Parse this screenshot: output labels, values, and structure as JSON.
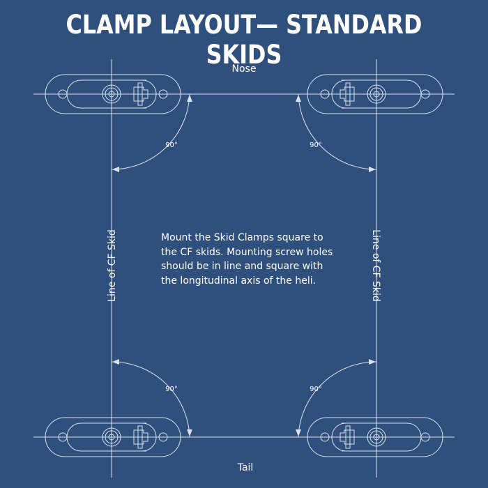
{
  "title": "CLAMP LAYOUT— STANDARD SKIDS",
  "labels": {
    "nose": "Nose",
    "tail": "Tail",
    "skid_left": "Line of CF Skid",
    "skid_right": "Line of CF Skid",
    "angle_top_left": "90°",
    "angle_top_right": "90°",
    "angle_bottom_left": "90°",
    "angle_bottom_right": "90°"
  },
  "note": "Mount the Skid Clamps square to the CF skids. Mounting screw holes should be in line and square with the longitudinal axis of the heli.",
  "colors": {
    "background": "#2f4f7c",
    "line": "#dbe3ee",
    "text": "#ffffff"
  }
}
